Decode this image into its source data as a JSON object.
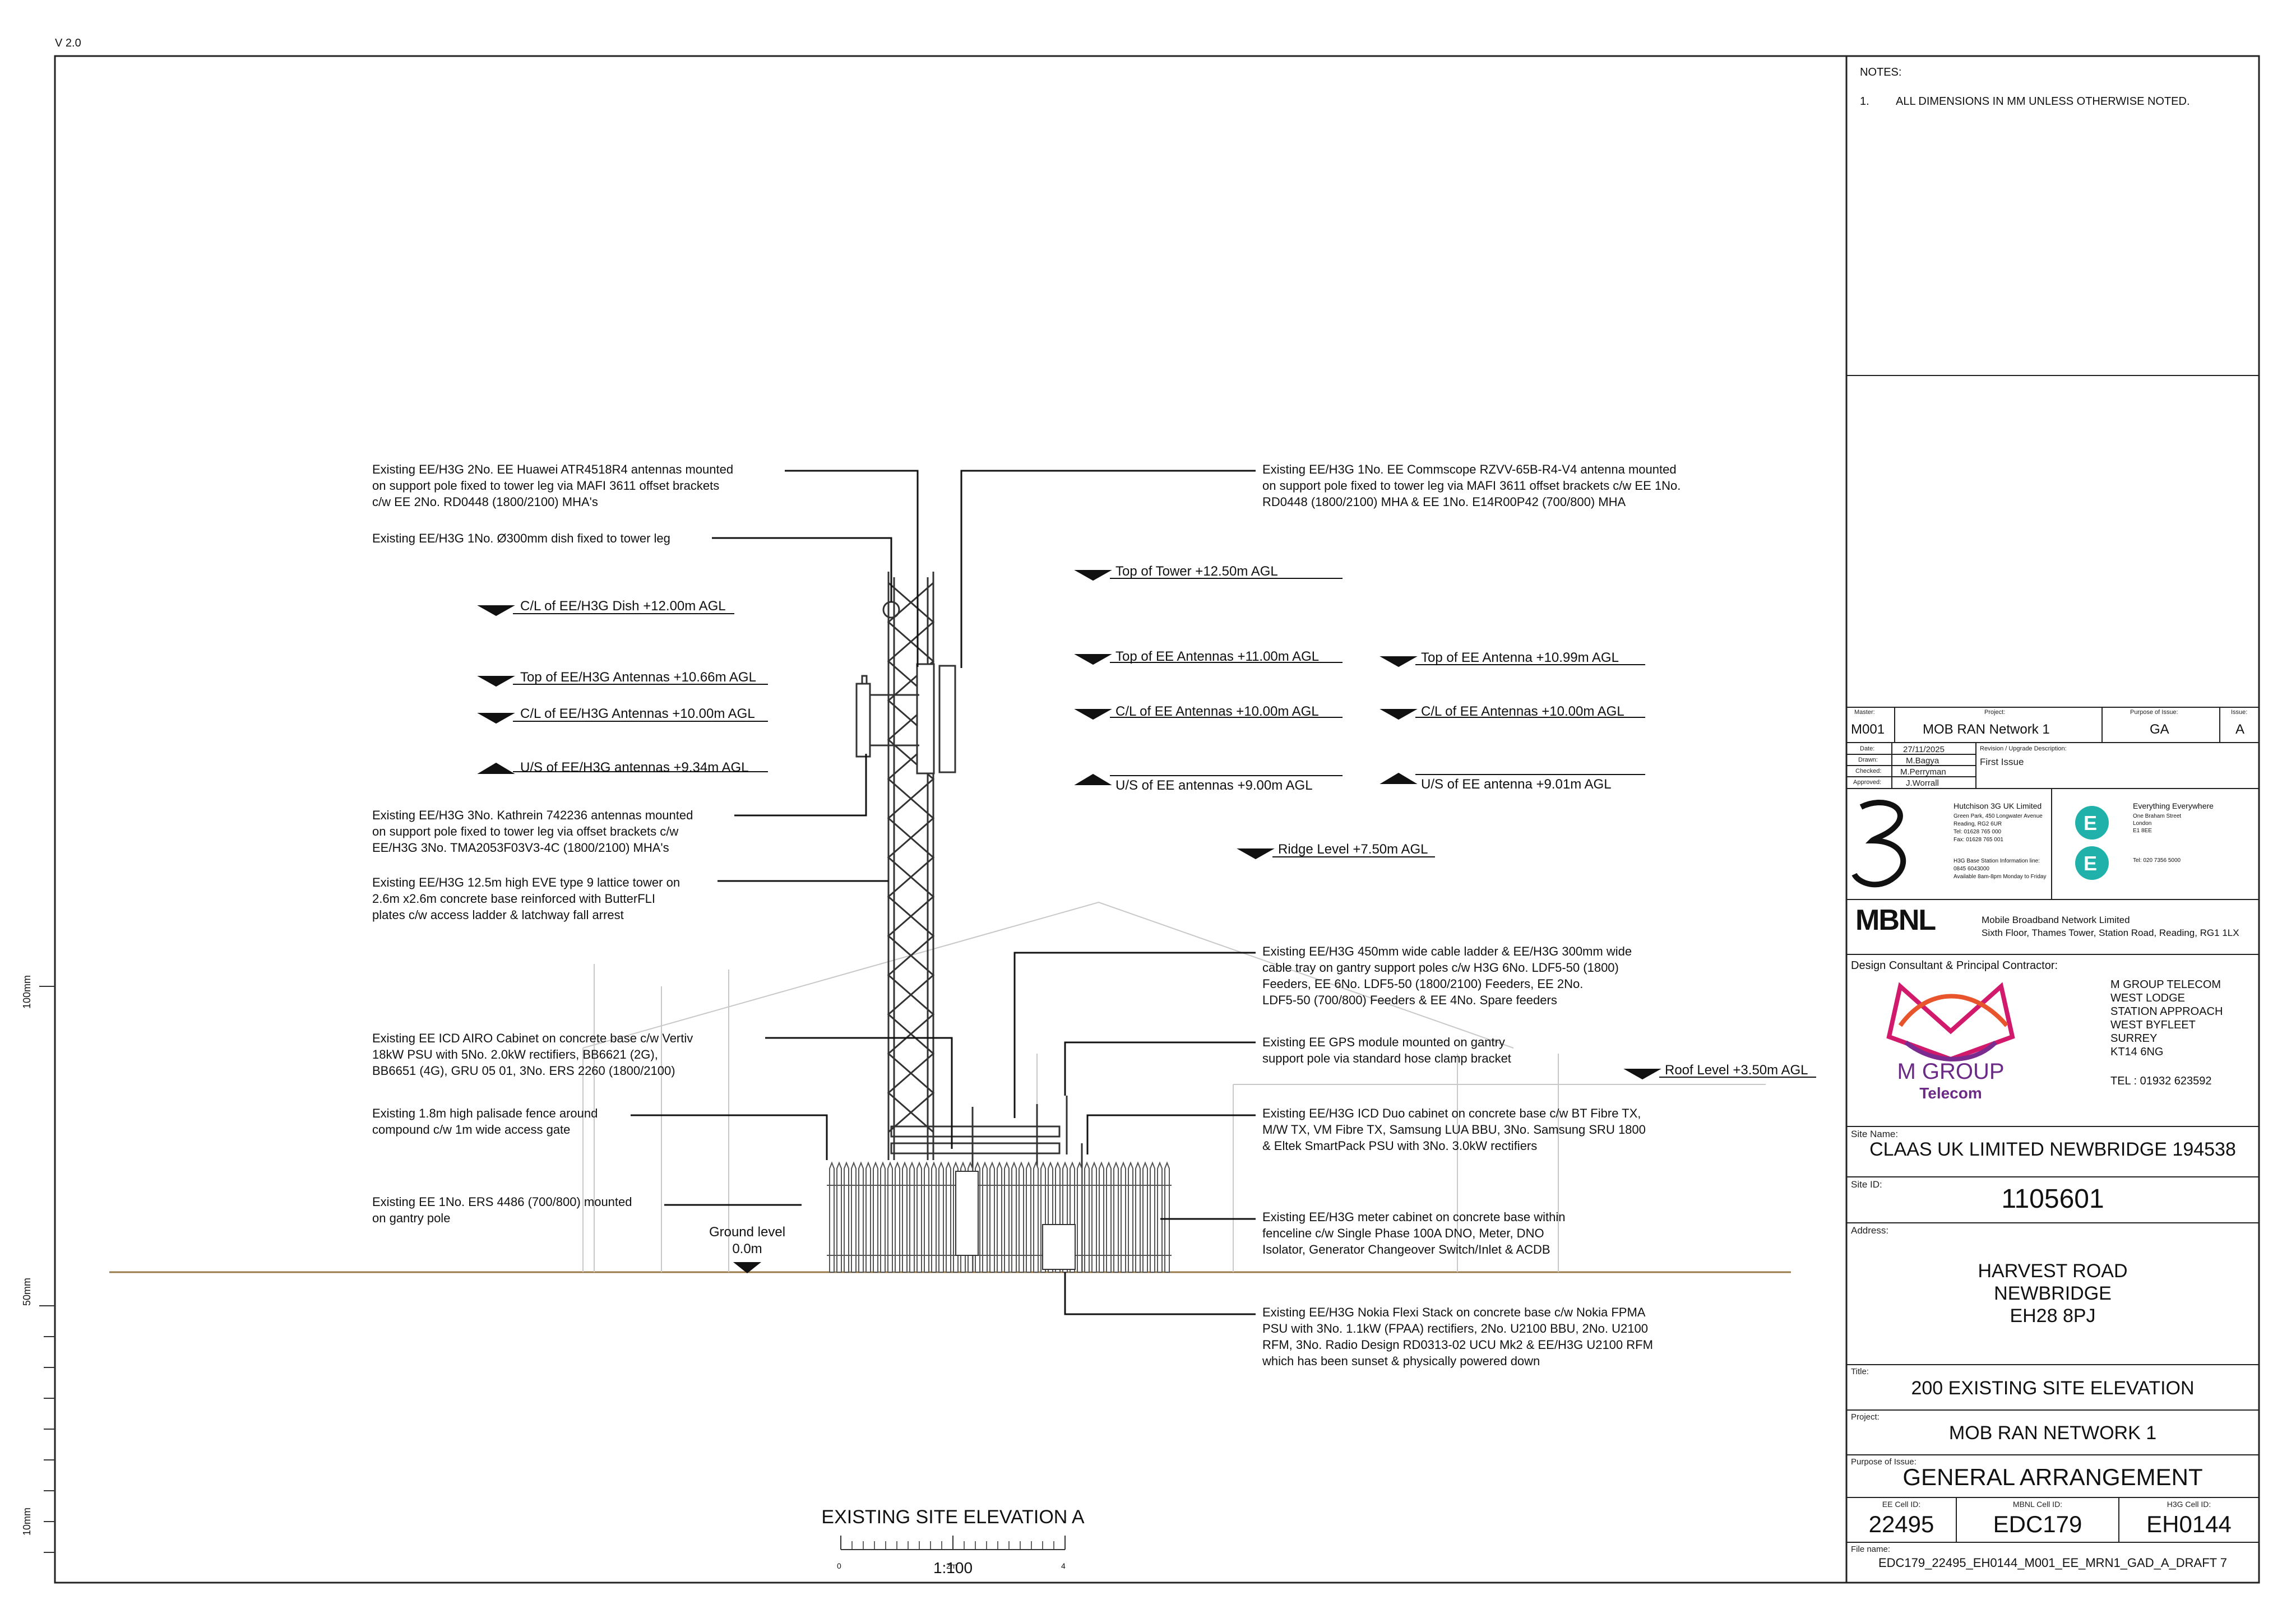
{
  "version": "V 2.0",
  "notes": {
    "heading": "NOTES:",
    "items": [
      {
        "num": "1.",
        "text": "ALL DIMENSIONS IN MM UNLESS OTHERWISE NOTED."
      }
    ]
  },
  "side_scale": {
    "labels": [
      "100mm",
      "50mm",
      "10mm"
    ]
  },
  "drawing": {
    "title": "EXISTING SITE ELEVATION A",
    "scale": "1:100",
    "scale_ticks": [
      "0",
      "2m",
      "4"
    ],
    "ground": {
      "label": "Ground level",
      "value": "0.0m"
    },
    "levels": [
      "Top of Tower +12.50m AGL",
      "C/L of EE/H3G Dish +12.00m AGL",
      "Top of EE/H3G Antennas +10.66m AGL",
      "C/L of EE/H3G Antennas +10.00m AGL",
      "U/S of EE/H3G antennas +9.34m AGL",
      "Top of EE Antennas +11.00m AGL",
      "C/L of EE Antennas +10.00m AGL",
      "U/S of EE antennas +9.00m AGL",
      "Top of EE Antenna +10.99m AGL",
      "C/L of EE Antennas +10.00m AGL",
      "U/S of EE antenna +9.01m AGL",
      "Ridge Level +7.50m AGL",
      "Roof Level +3.50m AGL"
    ],
    "callouts": [
      {
        "lines": [
          "Existing EE/H3G 2No. EE Huawei ATR4518R4 antennas mounted",
          "on support pole fixed to tower leg via MAFI 3611 offset brackets",
          "c/w EE 2No. RD0448 (1800/2100) MHA's"
        ]
      },
      {
        "lines": [
          "Existing EE/H3G 1No. Ø300mm dish fixed to tower leg"
        ]
      },
      {
        "lines": [
          "Existing EE/H3G 3No. Kathrein 742236 antennas mounted",
          "on support pole fixed to tower leg via offset brackets c/w",
          "EE/H3G 3No. TMA2053F03V3-4C (1800/2100) MHA's"
        ]
      },
      {
        "lines": [
          "Existing EE/H3G 12.5m high EVE type 9 lattice tower on",
          "2.6m x2.6m concrete base reinforced with ButterFLI",
          "plates c/w access ladder & latchway fall arrest"
        ]
      },
      {
        "lines": [
          "Existing EE ICD AIRO Cabinet on concrete base c/w Vertiv",
          "18kW PSU with 5No. 2.0kW rectifiers, BB6621 (2G),",
          "BB6651 (4G), GRU 05 01, 3No. ERS 2260 (1800/2100)"
        ]
      },
      {
        "lines": [
          "Existing 1.8m high palisade fence around",
          "compound c/w 1m wide access gate"
        ]
      },
      {
        "lines": [
          "Existing EE 1No. ERS 4486 (700/800) mounted",
          "on gantry pole"
        ]
      },
      {
        "lines": [
          "Existing EE/H3G 1No. EE Commscope RZVV-65B-R4-V4 antenna mounted",
          "on support pole fixed to tower leg via MAFI 3611 offset brackets c/w EE 1No.",
          "RD0448 (1800/2100) MHA & EE 1No. E14R00P42 (700/800) MHA"
        ]
      },
      {
        "lines": [
          "Existing EE/H3G 450mm wide cable ladder & EE/H3G 300mm wide",
          "cable tray on gantry support poles c/w H3G 6No. LDF5-50 (1800)",
          "Feeders, EE 6No. LDF5-50 (1800/2100) Feeders, EE 2No.",
          "LDF5-50 (700/800) Feeders & EE 4No. Spare feeders"
        ]
      },
      {
        "lines": [
          "Existing EE GPS module mounted on gantry",
          "support pole via standard hose clamp bracket"
        ]
      },
      {
        "lines": [
          "Existing EE/H3G ICD Duo cabinet on concrete base c/w BT Fibre TX,",
          "M/W TX, VM Fibre TX, Samsung LUA BBU, 3No. Samsung SRU 1800",
          "& Eltek SmartPack PSU with 3No. 3.0kW rectifiers"
        ]
      },
      {
        "lines": [
          "Existing EE/H3G meter cabinet on concrete base within",
          "fenceline c/w Single Phase 100A DNO, Meter, DNO",
          "Isolator, Generator Changeover Switch/Inlet & ACDB"
        ]
      },
      {
        "lines": [
          "Existing EE/H3G Nokia Flexi Stack on concrete base c/w Nokia FPMA",
          "PSU with 3No. 1.1kW (FPAA) rectifiers, 2No. U2100 BBU, 2No. U2100",
          "RFM, 3No. Radio Design RD0313-02 UCU Mk2 & EE/H3G U2100 RFM",
          "which has been sunset & physically powered down"
        ]
      }
    ]
  },
  "title_block": {
    "master_label": "Master:",
    "master": "M001",
    "project_label": "Project:",
    "project_top": "MOB RAN Network 1",
    "purpose_label": "Purpose of Issue:",
    "purpose_top": "GA",
    "issue_label": "Issue:",
    "issue": "A",
    "date_label": "Date:",
    "date": "27/11/2025",
    "drawn_label": "Drawn:",
    "drawn": "M.Bagya",
    "checked_label": "Checked:",
    "checked": "M.Perryman",
    "approved_label": "Approved:",
    "approved": "J.Worrall",
    "revision_label": "Revision / Upgrade Description:",
    "revision": "First Issue",
    "three": {
      "name": "Hutchison 3G UK Limited",
      "lines": [
        "Green Park, 450 Longwater Avenue",
        "Reading, RG2 6UR",
        "Tel: 01628 765 000",
        "Fax: 01628 765 001"
      ],
      "info": [
        "H3G Base Station Information line:",
        "0845 6043000",
        "Available 8am-8pm Monday to Friday"
      ]
    },
    "ee": {
      "name": "Everything Everywhere",
      "lines": [
        "One Braham Street",
        "London",
        "E1 8EE"
      ],
      "tel": "Tel: 020 7356 5000",
      "logo_letter": "E"
    },
    "mbnl": {
      "logo": "MBNL",
      "name": "Mobile Broadband Network Limited",
      "address": "Sixth Floor, Thames Tower,  Station Road, Reading, RG1 1LX"
    },
    "consultant": {
      "label": "Design Consultant & Principal Contractor:",
      "logo_main": "M GROUP",
      "logo_sub": "Telecom",
      "address": [
        "M GROUP TELECOM",
        "WEST LODGE",
        "STATION APPROACH",
        "WEST BYFLEET",
        "SURREY",
        "KT14 6NG"
      ],
      "tel": "TEL : 01932 623592"
    },
    "site_name_label": "Site Name:",
    "site_name": "CLAAS UK LIMITED NEWBRIDGE 194538",
    "site_id_label": "Site ID:",
    "site_id": "1105601",
    "address_label": "Address:",
    "address": [
      "HARVEST ROAD",
      "NEWBRIDGE",
      "EH28 8PJ"
    ],
    "title_label": "Title:",
    "title": "200 EXISTING SITE ELEVATION",
    "project2_label": "Project:",
    "project2": "MOB RAN NETWORK 1",
    "purpose2_label": "Purpose of Issue:",
    "purpose2": "GENERAL ARRANGEMENT",
    "ee_cell_label": "EE Cell ID:",
    "ee_cell": "22495",
    "mbnl_cell_label": "MBNL Cell ID:",
    "mbnl_cell": "EDC179",
    "h3g_cell_label": "H3G Cell ID:",
    "h3g_cell": "EH0144",
    "file_label": "File name:",
    "file": "EDC179_22495_EH0144_M001_EE_MRN1_GAD_A_DRAFT 7"
  }
}
